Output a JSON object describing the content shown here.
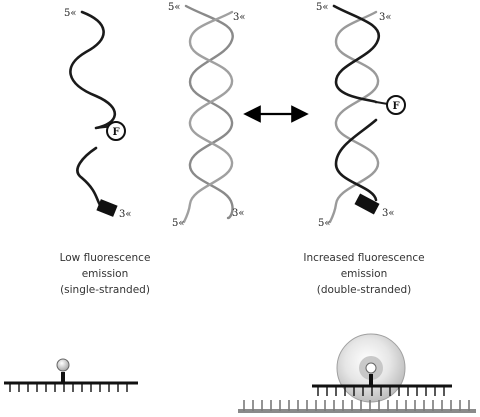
{
  "panels": {
    "single": {
      "end_top": "5«",
      "end_bottom": "3«",
      "fluor": "F"
    },
    "duplex": {
      "end_top_left": "5«",
      "end_top_right": "3«",
      "end_bottom_left": "5«",
      "end_bottom_right": "3«"
    },
    "hybrid": {
      "end_top_left": "5«",
      "end_top_right": "3«",
      "end_bottom_left": "5«",
      "end_bottom_right": "3«",
      "fluor": "F"
    }
  },
  "captions": {
    "left": [
      "Low fluorescence",
      "emission",
      "(single-stranded)"
    ],
    "right": [
      "Increased fluorescence",
      "emission",
      "(double-stranded)"
    ]
  },
  "colors": {
    "probe_strand": "#1a1a1a",
    "target_strand": "#8a8a8a",
    "quencher": "#111111",
    "glow": "#d9d9d9",
    "arrow": "#000000"
  }
}
